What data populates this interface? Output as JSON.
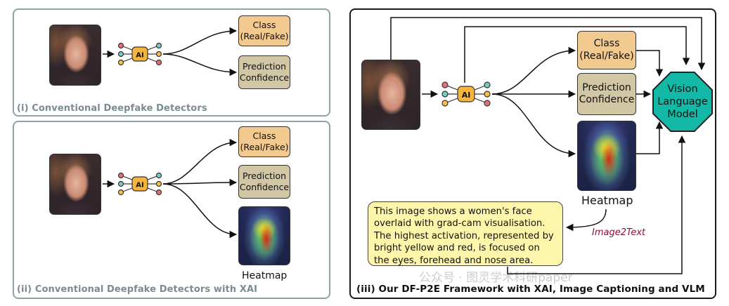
{
  "panels": {
    "p1": {
      "caption": "(i) Conventional Deepfake Detectors"
    },
    "p2": {
      "caption": "(ii) Conventional Deepfake Detectors with XAI"
    },
    "p3": {
      "caption": "(iii) Our DF-P2E Framework with XAI, Image Captioning and VLM"
    }
  },
  "labels": {
    "class_line1": "Class",
    "class_line2": "(Real/Fake)",
    "pred_line1": "Prediction",
    "pred_line2": "Confidence",
    "heatmap": "Heatmap",
    "ai": "AI",
    "vlm_line1": "Vision",
    "vlm_line2": "Language",
    "vlm_line3": "Model",
    "image2text": "Image2Text",
    "caption_text": "This image shows a women's face overlaid with grad-cam visualisation. The highest activation, represented by bright yellow and red, is focused on the eyes, forehead and nose area."
  },
  "watermark": "公众号 · 图灵学术科研paper",
  "colors": {
    "class_box": "#f2c98e",
    "prediction_box": "#d2c7a4",
    "vlm": "#13b8a6",
    "caption_box": "#fdf6aa",
    "ai_chip": "#f5b43c",
    "node_teal": "#7fc8c4",
    "node_red": "#e57373",
    "node_yellow": "#f5c04a",
    "image2text": "#8a1038"
  }
}
